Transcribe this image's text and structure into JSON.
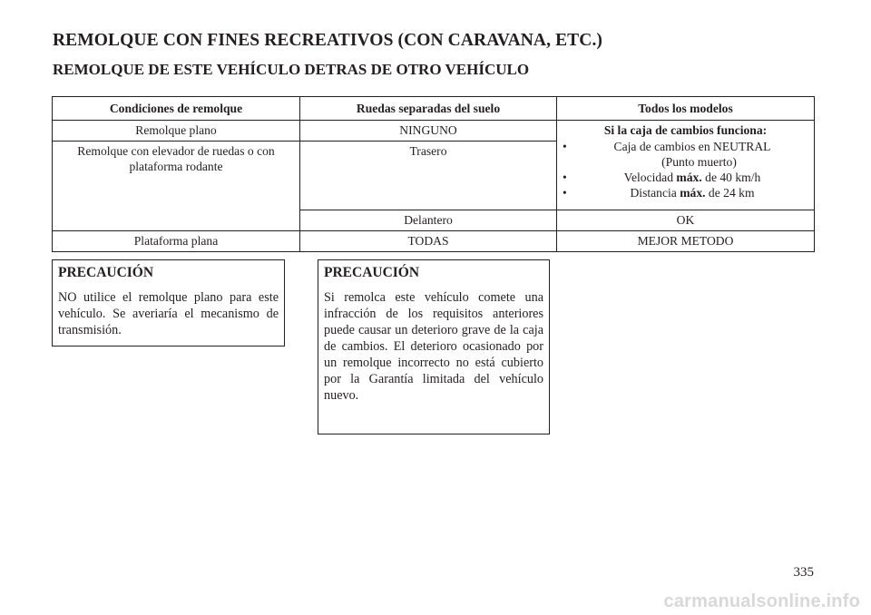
{
  "page": {
    "title": "REMOLQUE CON FINES RECREATIVOS (CON CARAVANA, ETC.)",
    "subtitle": "REMOLQUE DE ESTE VEHÍCULO DETRAS DE OTRO VEHÍCULO",
    "page_number": "335"
  },
  "table": {
    "headers": [
      "Condiciones de remolque",
      "Ruedas separadas del suelo",
      "Todos los modelos"
    ],
    "rows": [
      {
        "condition": "Remolque plano",
        "wheels": "NINGUNO"
      },
      {
        "condition": "Remolque con elevador de ruedas o con plataforma rodante",
        "wheels_rear": "Trasero",
        "wheels_front": "Delantero",
        "front_result": "OK"
      },
      {
        "condition": "Plataforma plana",
        "wheels": "TODAS",
        "result": "MEJOR METODO"
      }
    ],
    "conditions": {
      "title": "Si la caja de cambios funciona:",
      "items": [
        {
          "text": "Caja de cambios en NEUTRAL",
          "sub": "(Punto muerto)"
        },
        {
          "pre": "Velocidad ",
          "bold": "máx.",
          "post": " de 40 km/h"
        },
        {
          "pre": "Distancia ",
          "bold": "máx.",
          "post": " de 24 km"
        }
      ]
    }
  },
  "cautions": [
    {
      "title": "PRECAUCIÓN",
      "text": "NO utilice el remolque plano para este vehículo. Se averiaría el mecanismo de transmisión."
    },
    {
      "title": "PRECAUCIÓN",
      "text": "Si remolca este vehículo comete una infracción de los requisitos anteriores puede causar un deterioro grave de la caja de cambios. El deterioro ocasionado por un remolque incorrecto no está cubierto por la Garantía limitada del vehículo nuevo."
    }
  ],
  "watermark": "carmanualsonline.info"
}
